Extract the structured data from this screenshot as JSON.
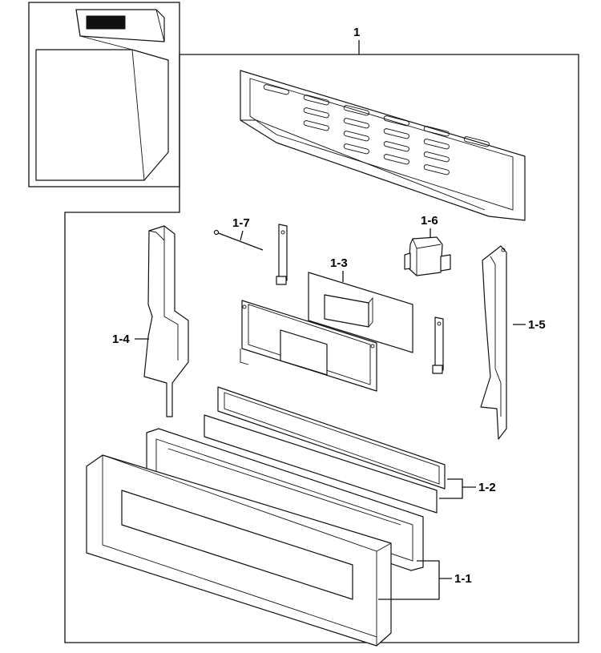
{
  "callouts": {
    "main": "1",
    "control_panel": "1-1",
    "panel_layer": "1-2",
    "pcb": "1-3",
    "bracket_left": "1-4",
    "bracket_right": "1-5",
    "transformer": "1-6",
    "rod": "1-7"
  },
  "colors": {
    "line": "#111111",
    "background": "#ffffff"
  }
}
